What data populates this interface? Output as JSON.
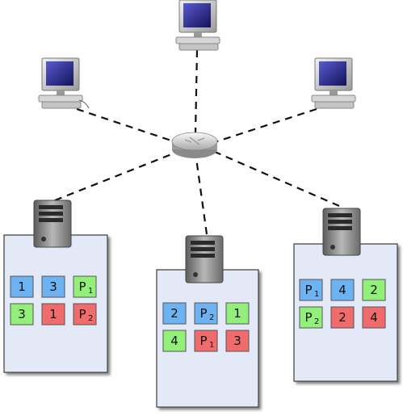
{
  "colors": {
    "blue": "#6db3f2",
    "green": "#92f07a",
    "red": "#f06b6b",
    "panel_fill": "#e4e9f7",
    "panel_stroke": "#3a3a3a",
    "link": "#111111"
  },
  "icons": {
    "client": "desktop-computer-icon",
    "switch": "network-router-icon",
    "server": "server-tower-icon"
  },
  "clients": [
    {
      "name": "client-top"
    },
    {
      "name": "client-left"
    },
    {
      "name": "client-right"
    }
  ],
  "servers": [
    {
      "name": "server-left",
      "blocks": [
        {
          "label": "1",
          "sub": "",
          "color": "blue"
        },
        {
          "label": "3",
          "sub": "",
          "color": "blue"
        },
        {
          "label": "P",
          "sub": "1",
          "color": "green"
        },
        {
          "label": "3",
          "sub": "",
          "color": "green"
        },
        {
          "label": "1",
          "sub": "",
          "color": "red"
        },
        {
          "label": "P",
          "sub": "2",
          "color": "red"
        }
      ]
    },
    {
      "name": "server-middle",
      "blocks": [
        {
          "label": "2",
          "sub": "",
          "color": "blue"
        },
        {
          "label": "P",
          "sub": "2",
          "color": "blue"
        },
        {
          "label": "1",
          "sub": "",
          "color": "green"
        },
        {
          "label": "4",
          "sub": "",
          "color": "green"
        },
        {
          "label": "P",
          "sub": "1",
          "color": "red"
        },
        {
          "label": "3",
          "sub": "",
          "color": "red"
        }
      ]
    },
    {
      "name": "server-right",
      "blocks": [
        {
          "label": "P",
          "sub": "1",
          "color": "blue"
        },
        {
          "label": "4",
          "sub": "",
          "color": "blue"
        },
        {
          "label": "2",
          "sub": "",
          "color": "green"
        },
        {
          "label": "P",
          "sub": "2",
          "color": "green"
        },
        {
          "label": "2",
          "sub": "",
          "color": "red"
        },
        {
          "label": "4",
          "sub": "",
          "color": "red"
        }
      ]
    }
  ]
}
